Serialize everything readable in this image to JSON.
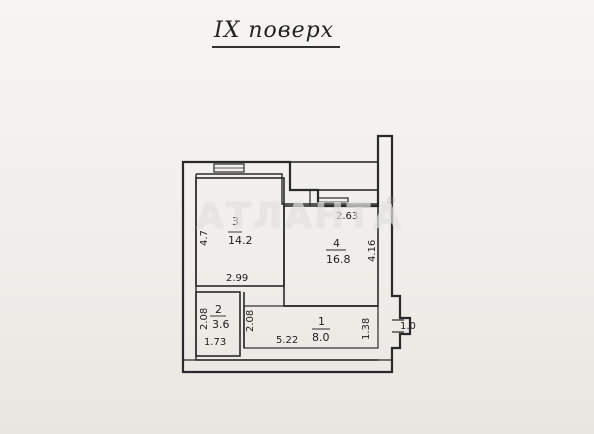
{
  "floor_title": "IX поверх",
  "watermark": "АТЛАНТА",
  "watermark_mark": "®",
  "rooms": [
    {
      "id": "room-1",
      "number": "1",
      "area": "8.0"
    },
    {
      "id": "room-2",
      "number": "2",
      "area": "3.6"
    },
    {
      "id": "room-3",
      "number": "3",
      "area": "14.2"
    },
    {
      "id": "room-4",
      "number": "4",
      "area": "16.8"
    }
  ],
  "dimensions": {
    "room3_width": "2.99",
    "room2_height_left": "2.08",
    "room2_height_right": "2.08",
    "room2_width": "1.73",
    "hall_width": "5.22",
    "hall_height": "1.38",
    "room4_height": "4.16",
    "balcony_width": "2.63",
    "room3_height": "4.7",
    "entry_width": "1.0"
  }
}
